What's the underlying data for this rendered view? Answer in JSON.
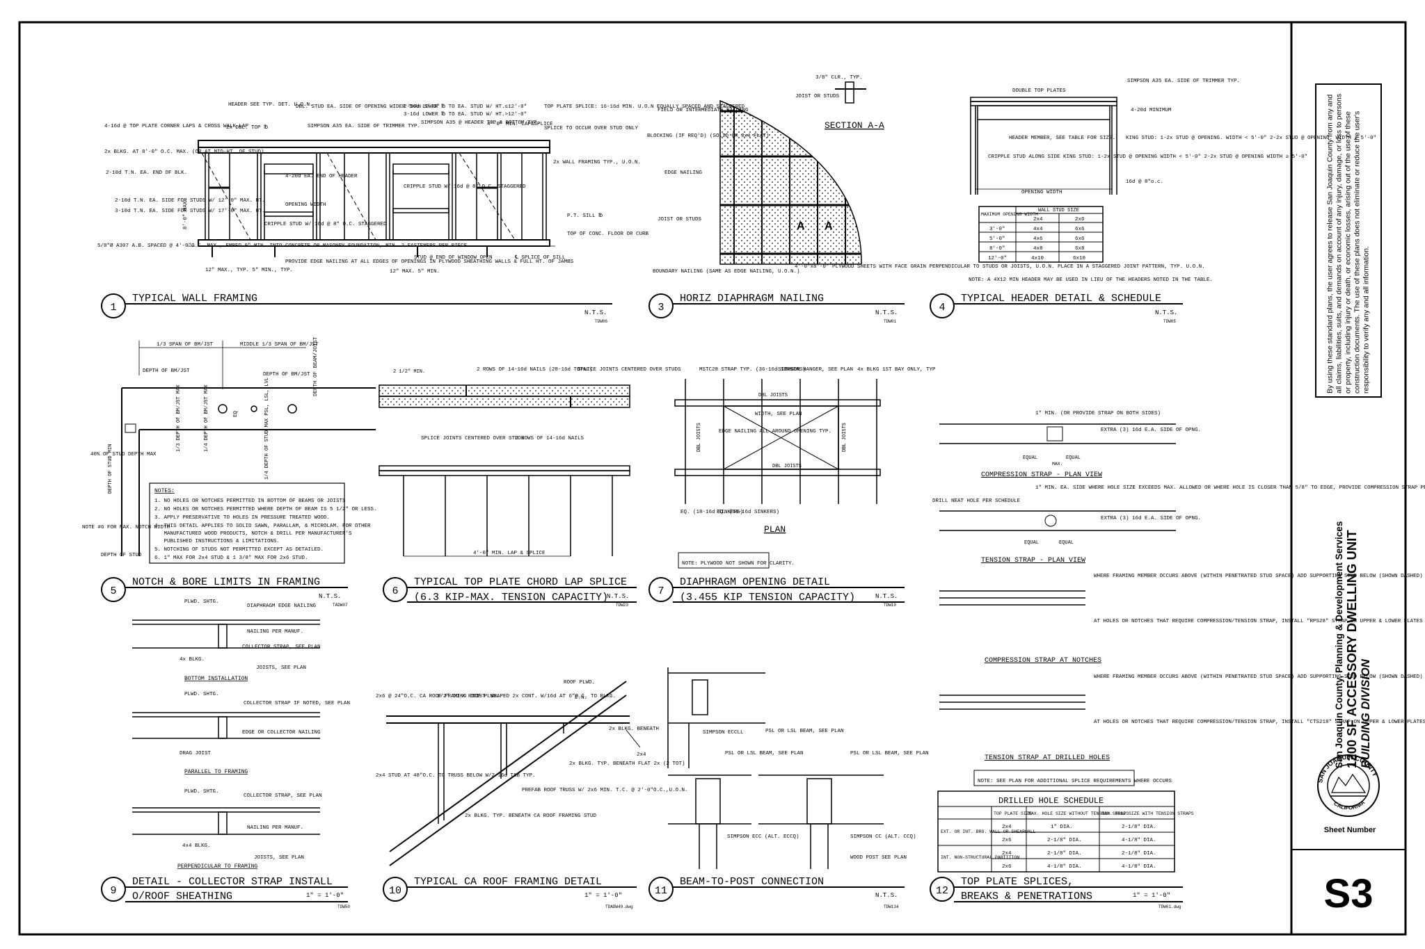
{
  "title_block": {
    "agency": "San Joaquin County, Planning & Development Services",
    "project": "1200 SF ACCESSORY DWELLING UNIT",
    "division": "BUILDING DIVISION",
    "disclaimer": "By using these standard plans, the user agrees to release San Joaquin County from any and all claims, liabilities, suits, and demands on account of any injury, damage, or loss to persons or property, including injury or death, or economic losses, arising out of the use of these construction documents. The use of these plans does not eliminate or reduce the user's responsibility to verify any and all information.",
    "seal_text_top": "SAN JOAQUIN COUNTY",
    "seal_text_bottom": "CALIFORNIA",
    "sheet_number_label": "Sheet Number",
    "sheet_number": "S3"
  },
  "details": [
    {
      "num": "1",
      "title": "TYPICAL WALL FRAMING",
      "subtitle": "",
      "scale": "N.T.S.",
      "ref": "TDW06"
    },
    {
      "num": "3",
      "title": "HORIZ DIAPHRAGM NAILING",
      "subtitle": "",
      "scale": "N.T.S.",
      "ref": "TDW01"
    },
    {
      "num": "4",
      "title": "TYPICAL HEADER DETAIL & SCHEDULE",
      "subtitle": "",
      "scale": "N.T.S.",
      "ref": "TDW05"
    },
    {
      "num": "5",
      "title": "NOTCH & BORE LIMITS IN FRAMING",
      "subtitle": "",
      "scale": "N.T.S.",
      "ref": "TADW07"
    },
    {
      "num": "6",
      "title": "TYPICAL TOP PLATE CHORD LAP SPLICE",
      "subtitle": "(6.3 KIP-MAX. TENSION CAPACITY)",
      "scale": "N.T.S.",
      "ref": "TDW23"
    },
    {
      "num": "7",
      "title": "DIAPHRAGM OPENING DETAIL",
      "subtitle": "(3.455 KIP TENSION CAPACITY)",
      "scale": "N.T.S.",
      "ref": "TDW10"
    },
    {
      "num": "9",
      "title": "DETAIL - COLLECTOR STRAP INSTALL",
      "subtitle": "O/ROOF SHEATHING",
      "scale": "1\" = 1'-0\"",
      "ref": "TDW50"
    },
    {
      "num": "10",
      "title": "TYPICAL CA ROOF FRAMING DETAIL",
      "subtitle": "",
      "scale": "1\" = 1'-0\"",
      "ref": "TDADW49.dwg"
    },
    {
      "num": "11",
      "title": "BEAM-TO-POST CONNECTION",
      "subtitle": "",
      "scale": "N.T.S.",
      "ref": "TDW134"
    },
    {
      "num": "12",
      "title": "TOP PLATE SPLICES,",
      "subtitle": "BREAKS & PENETRATIONS",
      "scale": "1\" = 1'-0\"",
      "ref": "TDW61.dwg"
    }
  ],
  "d1_notes": {
    "a": "4-16d @ TOP PLATE CORNER LAPS & CROSS WALK LAP",
    "b": "HEADER SEE TYP. DET. U.O.N.",
    "c": "2x DBL. TOP ℔",
    "d": "DBL. STUD EA. SIDE OF OPENING WIDER THAN 5'-0\"",
    "e": "SIMPSON A35 EA. SIDE OF TRIMMER TYP.",
    "f": "2-16d LOWER ℔ TO EA. STUD W/ HT.≤12'-0\"",
    "g": "3-16d LOWER ℔ TO EA. STUD W/ HT.>12'-0\"",
    "h": "SIMPSON A35 @ HEADER TOP & BOTTOM TYP.",
    "i": "TOP PLATE SPLICE: 16-16d MIN. U.O.N EQUALLY SPACED AND STAGGERED",
    "j": "SPLICE TO OCCUR OVER STUD ONLY",
    "k": "4'-0\" MIN. LAP&SPLICE",
    "l": "2x BLKG. AT 8'-0\" O.C. MAX. (OR AT MID-HT. OF STUD)",
    "m": "2-10d T.N. EA. END OF BLK.",
    "n": "4-20d EA. END OF HEADER",
    "o": "CRIPPLE STUD W/ 16d @ 8\" O.C. STAGGERED",
    "p": "2x WALL FRAMING TYP., U.O.N.",
    "q": "2-10d T.N. EA. SIDE FOR STUDS W/ 12'-0\" MAX. HT.",
    "r": "3-10d T.N. EA. SIDE FOR STUDS W/ 17'-0\" MAX. HT.",
    "s": "OPENING WIDTH",
    "t": "CRIPPLE STUD W/ 16d @ 8\" O.C. STAGGERED",
    "u": "P.T. SILL ℔",
    "v": "TOP OF CONC. FLOOR OR CURB",
    "w": "5/8\"Ø A307 A.B. SPACED @ 4'-0\"O.C. MAX., EMBED 9\" MIN. INTO CONCRETE OR MASONRY FOUNDATION, MIN. 2 FASTENERS PER PIECE",
    "x": "12\" MAX., TYP. 5\" MIN., TYP.",
    "y": "PROVIDE EDGE NAILING AT ALL EDGES OF OPENINGS IN PLYWOOD SHEATHING WALLS & FULL HT. OF JAMBS",
    "z": "STUD @ END OF WINDOW OPEN",
    "aa": "12\" MAX. 5\" MIN.",
    "bb": "℄ SPLICE OF SILL",
    "cc": "8'-0\" MAX."
  },
  "d3_notes": {
    "a": "3/8\" CLR., TYP.",
    "b": "JOIST OR STUDS",
    "c": "SECTION A-A",
    "d": "FIELD OR INTERMEDIATE NAILING",
    "e": "BLOCKING (IF REQ'D) (SOLID OR 3x4 FLAT)",
    "f": "EDGE NAILING",
    "g": "JOIST OR STUDS",
    "h": "BOUNDARY NAILING (SAME AS EDGE NAILING, U.O.N.)",
    "i": "4'-0\"x8'-0\" PLYWOOD SHEETS WITH FACE GRAIN PERPENDICULAR TO STUDS OR JOISTS, U.O.N. PLACE IN A STAGGERED JOINT PATTERN, TYP. U.O.N.",
    "sec": "A"
  },
  "d4_notes": {
    "a": "DOUBLE TOP PLATES",
    "b": "SIMPSON A35 EA. SIDE OF TRIMMER TYP.",
    "c": "4-20d MINIMUM",
    "d": "HEADER MEMBER, SEE TABLE FOR SIZE.",
    "e": "CRIPPLE STUD ALONG SIDE KING STUD: 1-2x STUD @ OPENING WIDTH < 5'-0\" 2-2x STUD @ OPENING WIDTH ≥ 5'-0\"",
    "f": "KING STUD: 1-2x STUD @ OPENING. WIDTH < 5'-0\" 2-2x STUD @ OPENING. WIDTH ≥ 5'-0\"",
    "g": "16d @ 8\"o.c.",
    "h": "OPENING WIDTH",
    "note": "NOTE: A 4X12 MIN HEADER MAY BE USED IN LIEU OF THE HEADERS NOTED IN THE TABLE."
  },
  "header_table": {
    "col0": "MAXIMUM OPENING WIDTH",
    "group": "WALL STUD SIZE",
    "col1": "2x4",
    "col2": "2x6",
    "rows": [
      [
        "3'-0\"",
        "4x4",
        "6x6"
      ],
      [
        "5'-0\"",
        "4x6",
        "6x6"
      ],
      [
        "8'-0\"",
        "4x8",
        "6x8"
      ],
      [
        "12'-0\"",
        "4x10",
        "6x10"
      ]
    ]
  },
  "d5_notes": {
    "a": "1/3 SPAN OF BM/JST",
    "b": "MIDDLE 1/3 SPAN OF BM/JST",
    "c": "DEPTH OF BM/JST",
    "d": "DEPTH OF BM/JST",
    "e": "DEPTH OF BEAM/JOIST",
    "f": "EQ",
    "g": "1/3 DEPTH OF BM/JST MAX",
    "h": "1/4 DEPTH OF BM/JST MAX",
    "i": "1/4 DEPTH OF STUD MAX PSL, LSL, LVL",
    "j": "40% OF STUD DEPTH MAX",
    "k": "DEPTH OF STUD MIN",
    "l": "NOTE #6 FOR MAX. NOTCH WIDTH",
    "m": "DEPTH OF STUD",
    "notes_title": "NOTES:",
    "notes": [
      "1. NO HOLES OR NOTCHES PERMITTED IN BOTTOM OF BEAMS OR JOISTS",
      "2. NO HOLES OR NOTCHES PERMITTED WHERE DEPTH OF BEAM IS 5 1/2\" OR LESS.",
      "3. APPLY PRESERVATIVE TO HOLES IN PRESSURE TREATED WOOD.",
      "4. THIS DETAIL APPLIES TO SOLID SAWN, PARALLAM, & MICROLAM. FOR OTHER",
      "   MANUFACTURED WOOD PRODUCTS, NOTCH & DRILL PER MANUFACTURER'S",
      "   PUBLISHED INSTRUCTIONS & LIMITATIONS.",
      "5. NOTCHING OF STUDS NOT PERMITTED EXCEPT AS DETAILED.",
      "6. 1\" MAX FOR 2x4 STUD & 1 3/8\" MAX FOR 2x6 STUD."
    ]
  },
  "d6_notes": {
    "a": "2 ROWS OF 14-16d NAILS (28-16d TOTAL)",
    "b": "SPLICE JOINTS CENTERED OVER STUDS",
    "c": "2 1/2\" MIN.",
    "d": "SPLICE JOINTS CENTERED OVER STUDS",
    "e": "2 ROWS OF 14-16d NAILS",
    "f": "4'-0\" MIN. LAP & SPLICE"
  },
  "d7_notes": {
    "a": "MSTC28 STRAP TYP. (36-16d SINKERS)",
    "b": "SIMPSON HANGER, SEE PLAN",
    "c": "4x BLKG 1ST BAY ONLY, TYP",
    "d": "DBL JOISTS",
    "e": "WIDTH, SEE PLAN",
    "f": "EDGE NAILING ALL AROUND OPENING TYP.",
    "g": "EQ. (18-16d SINKERS)",
    "h": "EQ. (18-16d SINKERS)",
    "plan": "PLAN",
    "note": "NOTE: PLYWOOD NOT SHOWN FOR CLARITY."
  },
  "d9_notes": {
    "a": "PLWD. SHTG.",
    "b": "DIAPHRAGM EDGE NAILING",
    "c": "NAILING PER MANUF.",
    "d": "COLLECTOR STRAP, SEE PLAN",
    "e": "4x BLKG.",
    "f": "JOISTS, SEE PLAN",
    "g": "BOTTOM INSTALLATION",
    "h": "COLLECTOR STRAP IF NOTED, SEE PLAN",
    "i": "EDGE OR COLLECTOR NAILING",
    "j": "DRAG JOIST",
    "k": "PARALLEL TO FRAMING",
    "l": "PERPENDICULAR TO FRAMING",
    "m": "4x4 BLKG."
  },
  "d10_notes": {
    "a": "2x6 @ 24\"O.C. CA ROOF FRAMING JOIST",
    "b": "1/2\" CD-X ROOF PLWD.",
    "c": "SHAPED 2x CONT. W/16d AT 6\"O.C. TO BLKG.",
    "d": "ROOF PLWD.",
    "e": "E.N.",
    "f": "2x BLKG. BENEATH",
    "g": "2x4",
    "h": "2x BLKG. TYP. BENEATH FLAT 2x (2 TOT)",
    "i": "2x4 STUD AT 48\"O.C. TO TRUSS BELOW W/2-16d T&B TYP.",
    "j": "PREFAB ROOF TRUSS W/ 2x6 MIN. T.C. @ 2'-0\"O.C.,U.O.N.",
    "k": "2x BLKG. TYP. BENEATH CA ROOF FRAMING STUD"
  },
  "d11_notes": {
    "a": "SIMPSON ECCLL",
    "b": "PSL OR LSL BEAM, SEE PLAN",
    "c": "SIMPSON ECC (ALT. ECCQ)",
    "d": "SIMPSON CC (ALT. CCQ)",
    "e": "WOOD POST SEE PLAN"
  },
  "d12_notes": {
    "a": "1\" MIN. (OR PROVIDE STRAP ON BOTH SIDES)",
    "b": "EXTRA (3) 16d E.A. SIDE OF OPNG.",
    "c": "EQUAL",
    "d": "COMPRESSION STRAP - PLAN VIEW",
    "e": "1\" MIN. EA. SIDE WHERE HOLE SIZE EXCEEDS MAX. ALLOWED OR WHERE HOLE IS CLOSER THAN 5/8\" TO EDGE, PROVIDE COMPRESSION STRAP PER",
    "f": "DRILL NEAT HOLE PER SCHEDULE",
    "g": "TENSION STRAP - PLAN VIEW",
    "h": "WHERE FRAMING MEMBER OCCURS ABOVE (WITHIN PENETRATED STUD SPACE) ADD SUPPORTING STUD BELOW (SHOWN DASHED)",
    "i": "AT HOLES OR NOTCHES THAT REQUIRE COMPRESSION/TENSION STRAP, INSTALL \"RPS28\" STRAP ON UPPER & LOWER PLATES",
    "j": "COMPRESSION STRAP AT NOTCHES",
    "k": "AT HOLES OR NOTCHES THAT REQUIRE COMPRESSION/TENSION STRAP, INSTALL \"CTS218\" STRAP ON UPPER & LOWER PLATES",
    "l": "TENSION STRAP AT DRILLED HOLES",
    "note": "NOTE: SEE PLAN FOR ADDITIONAL SPLICE REQUIREMENTS WHERE OCCURS",
    "max": "MAX."
  },
  "hole_table": {
    "title": "DRILLED HOLE SCHEDULE",
    "headers": [
      "",
      "TOP PLATE SIZE",
      "MAX. HOLE SIZE WITHOUT TENSION STRAPS",
      "MAX. HOLE SIZE WITH TENSION STRAPS"
    ],
    "group1": "EXT. OR INT. BRG. WALL OR SHEARWALL",
    "group2": "INT. NON-STRUCTURAL PARTITION",
    "rows": [
      [
        "2x4",
        "1\" DIA.",
        "2-1/8\" DIA."
      ],
      [
        "2x6",
        "2-1/8\" DIA.",
        "4-1/8\" DIA."
      ],
      [
        "2x4",
        "2-1/8\" DIA.",
        "2-1/8\" DIA."
      ],
      [
        "2x6",
        "4-1/8\" DIA.",
        "4-1/8\" DIA."
      ]
    ]
  }
}
